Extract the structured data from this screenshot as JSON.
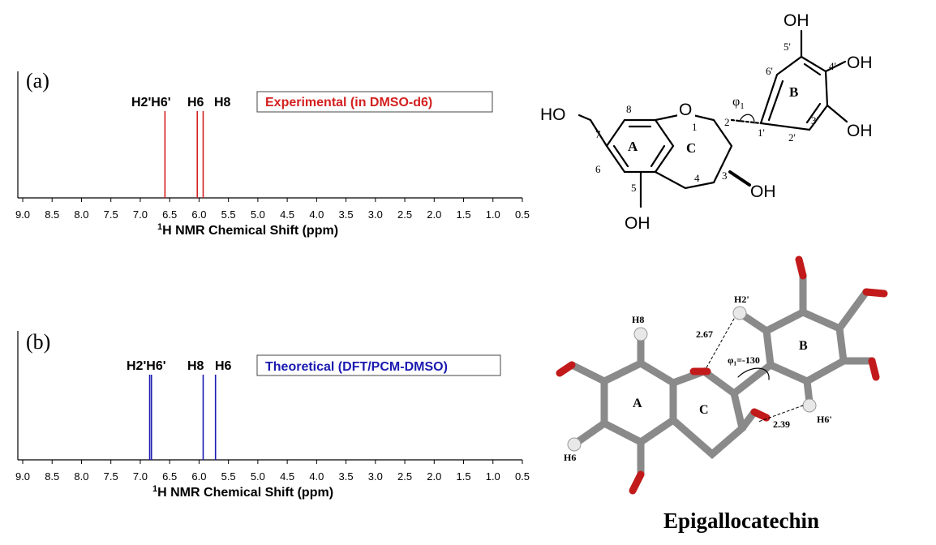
{
  "chart_data": [
    {
      "type": "stick",
      "panel_label": "(a)",
      "legend": "Experimental (in DMSO-d6)",
      "color": "#d42020",
      "xlabel_sup": "1",
      "xlabel": "H NMR Chemical Shift (ppm)",
      "xlim": [
        9.0,
        0.5
      ],
      "ticks": [
        "9.0",
        "8.5",
        "8.0",
        "7.5",
        "7.0",
        "6.5",
        "6.0",
        "5.5",
        "5.0",
        "4.5",
        "4.0",
        "3.5",
        "3.0",
        "2.5",
        "2.0",
        "1.5",
        "1.0",
        "0.5"
      ],
      "peaks": [
        6.58,
        6.03,
        5.93
      ],
      "peak_labels": [
        "H2'H6'",
        "H6",
        "H8"
      ]
    },
    {
      "type": "stick",
      "panel_label": "(b)",
      "legend": "Theoretical (DFT/PCM-DMSO)",
      "color": "#1a1ab0",
      "xlabel_sup": "1",
      "xlabel": "H NMR Chemical Shift (ppm)",
      "xlim": [
        9.0,
        0.5
      ],
      "ticks": [
        "9.0",
        "8.5",
        "8.0",
        "7.5",
        "7.0",
        "6.5",
        "6.0",
        "5.5",
        "5.0",
        "4.5",
        "4.0",
        "3.5",
        "3.0",
        "2.5",
        "2.0",
        "1.5",
        "1.0",
        "0.5"
      ],
      "peaks": [
        6.84,
        6.81,
        5.93,
        5.72
      ],
      "peak_labels": [
        "H2'H6'",
        "H8",
        "H6"
      ]
    }
  ],
  "structure": {
    "oh_top": "OH",
    "oh_right_top": "OH",
    "oh_right_bottom": "OH",
    "oh_left": "HO",
    "oh_3": "OH",
    "oh_5": "OH",
    "o_ring": "O",
    "phi": "φ",
    "phi_sub": "1",
    "ring_a": "A",
    "ring_b": "B",
    "ring_c": "C",
    "positions": [
      "5'",
      "6'",
      "4'",
      "3'",
      "2'",
      "1'",
      "8",
      "7",
      "6",
      "5",
      "4",
      "3",
      "2",
      "1"
    ]
  },
  "model3d": {
    "h2p": "H2'",
    "h6p": "H6'",
    "h8": "H8",
    "h6": "H6",
    "dist_a": "2.67",
    "dist_b": "2.39",
    "phi_text": "φ₁=-130",
    "ring_a": "A",
    "ring_b": "B",
    "ring_c": "C"
  },
  "title": "Epigallocatechin"
}
